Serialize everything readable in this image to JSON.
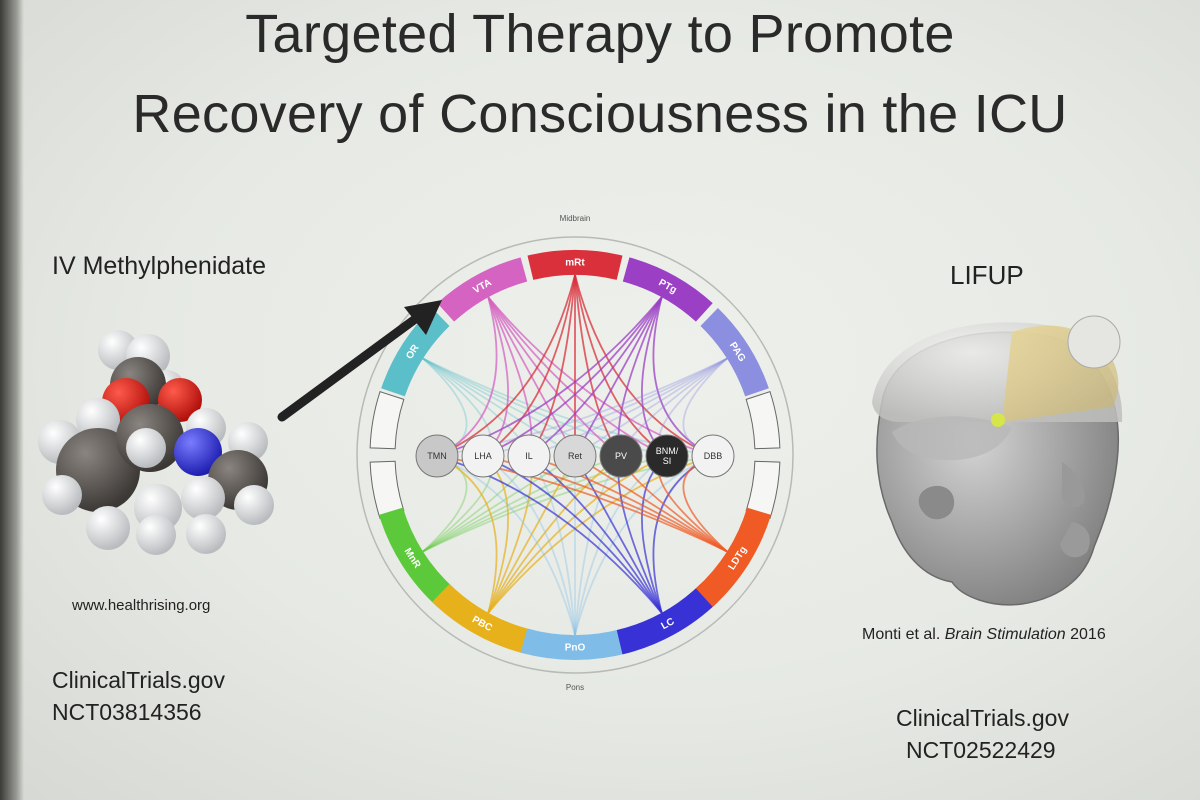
{
  "slide": {
    "title_line1": "Targeted Therapy to Promote",
    "title_line2": "Recovery of Consciousness in the ICU"
  },
  "left": {
    "drug_label": "IV Methylphenidate",
    "source": "www.healthrising.org",
    "registry": "ClinicalTrials.gov",
    "trial_id": "NCT03814356"
  },
  "right": {
    "device_label": "LIFUP",
    "citation_authors": "Monti et al.",
    "citation_journal": "Brain Stimulation",
    "citation_year": "2016",
    "registry": "ClinicalTrials.gov",
    "trial_id": "NCT02522429"
  },
  "diagram": {
    "top_caption": "Midbrain",
    "bottom_caption": "Pons",
    "top_segments": [
      {
        "label": "OR",
        "color": "#5bbfc9"
      },
      {
        "label": "VTA",
        "color": "#d563c2"
      },
      {
        "label": "mRt",
        "color": "#d9303b"
      },
      {
        "label": "PTg",
        "color": "#9b3fc4"
      },
      {
        "label": "PAG",
        "color": "#8c8ee0"
      }
    ],
    "bottom_segments": [
      {
        "label": "MnR",
        "color": "#5cc93a"
      },
      {
        "label": "PBC",
        "color": "#e7b11c"
      },
      {
        "label": "PnO",
        "color": "#7fbde8"
      },
      {
        "label": "LC",
        "color": "#3832d6"
      },
      {
        "label": "LDTg",
        "color": "#f05a24"
      }
    ],
    "nodes": [
      {
        "label": "TMN",
        "fill": "#c8c8c8",
        "text": "#333"
      },
      {
        "label": "LHA",
        "fill": "#f2f2f2",
        "text": "#333"
      },
      {
        "label": "IL",
        "fill": "#f2f2f2",
        "text": "#333"
      },
      {
        "label": "Ret",
        "fill": "#d8d8d8",
        "text": "#333"
      },
      {
        "label": "PV",
        "fill": "#4a4a4a",
        "text": "#fff"
      },
      {
        "label": "BNM/SI",
        "fill": "#2a2a2a",
        "text": "#fff"
      },
      {
        "label": "DBB",
        "fill": "#f2f2f2",
        "text": "#333"
      }
    ]
  },
  "icons": {
    "molecule": "methylphenidate-molecule",
    "head": "head-ultrasound-model",
    "arrow": "pointer-arrow"
  }
}
